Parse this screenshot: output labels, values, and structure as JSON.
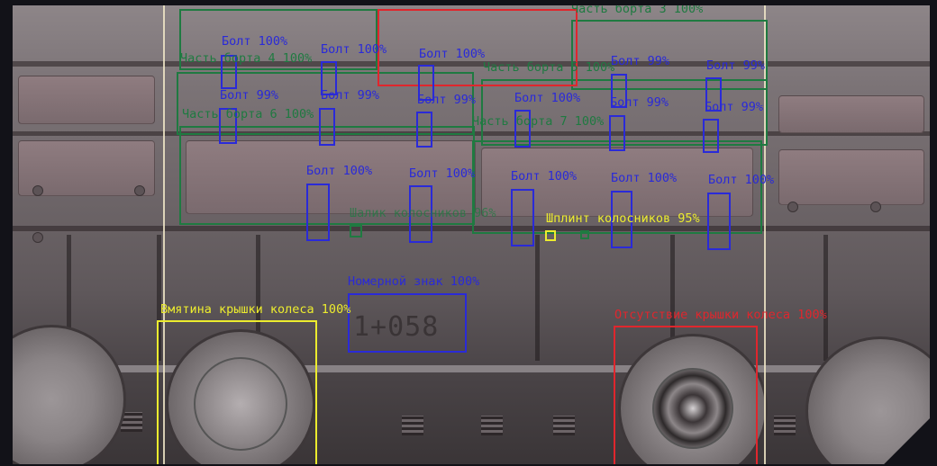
{
  "labels": {
    "side_part_3": "Часть борта 3 100%",
    "side_part_4": "Часть борта 4 100%",
    "side_part_5": "Часть борта 5 100%",
    "side_part_6": "Часть борта 6 100%",
    "side_part_7": "Часть борта 7 100%",
    "bolt_r1_1": "Болт 100%",
    "bolt_r1_2": "Болт 100%",
    "bolt_r1_3": "Болт 100%",
    "bolt_r1_4": "Болт 99%",
    "bolt_r1_5": "Болт 99%",
    "bolt_r2_1": "Болт 99%",
    "bolt_r2_2": "Болт 99%",
    "bolt_r2_3": "Болт 99%",
    "bolt_r2_4": "Болт 100%",
    "bolt_r2_5": "Болт 99%",
    "bolt_r2_6": "Болт 99%",
    "bolt_r3_1": "Болт 100%",
    "bolt_r3_2": "Болт 100%",
    "bolt_r3_3": "Болт 100%",
    "bolt_r3_4": "Болт 100%",
    "bolt_r3_5": "Болт 100%",
    "grate_pin_1": "Шалик колосников 96%",
    "grate_pin_2": "Шплинт колосников 95%",
    "number_plate": "Номерной знак 100%",
    "plate_text": "1+058",
    "wheel_cover_dent": "Вмятина крышки колеса 100%",
    "wheel_cover_missing": "Отсутствие крышки колеса 100%"
  },
  "colors": {
    "side_part": "#1f7a41",
    "bolt": "#2a2ad8",
    "defect": "#e0262d",
    "warning": "#ecec2e"
  }
}
